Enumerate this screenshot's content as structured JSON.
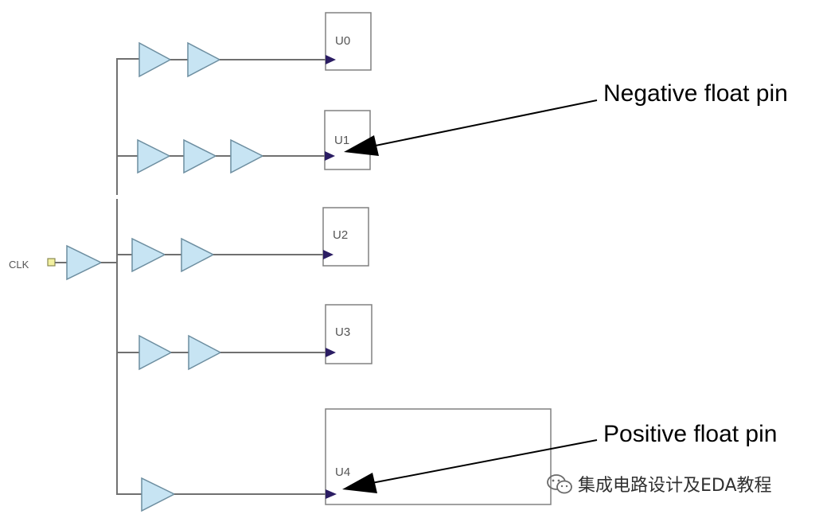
{
  "diagram": {
    "clock_port": "CLK",
    "cells": [
      "U0",
      "U1",
      "U2",
      "U3",
      "U4"
    ],
    "annotations": {
      "negative": "Negative float pin",
      "positive": "Positive float pin"
    },
    "colors": {
      "buffer_fill": "#c7e4f3",
      "pin": "#2b1d63",
      "wire": "#707070"
    }
  },
  "watermark": {
    "text": "集成电路设计及EDA教程",
    "icon": "wechat-icon"
  }
}
